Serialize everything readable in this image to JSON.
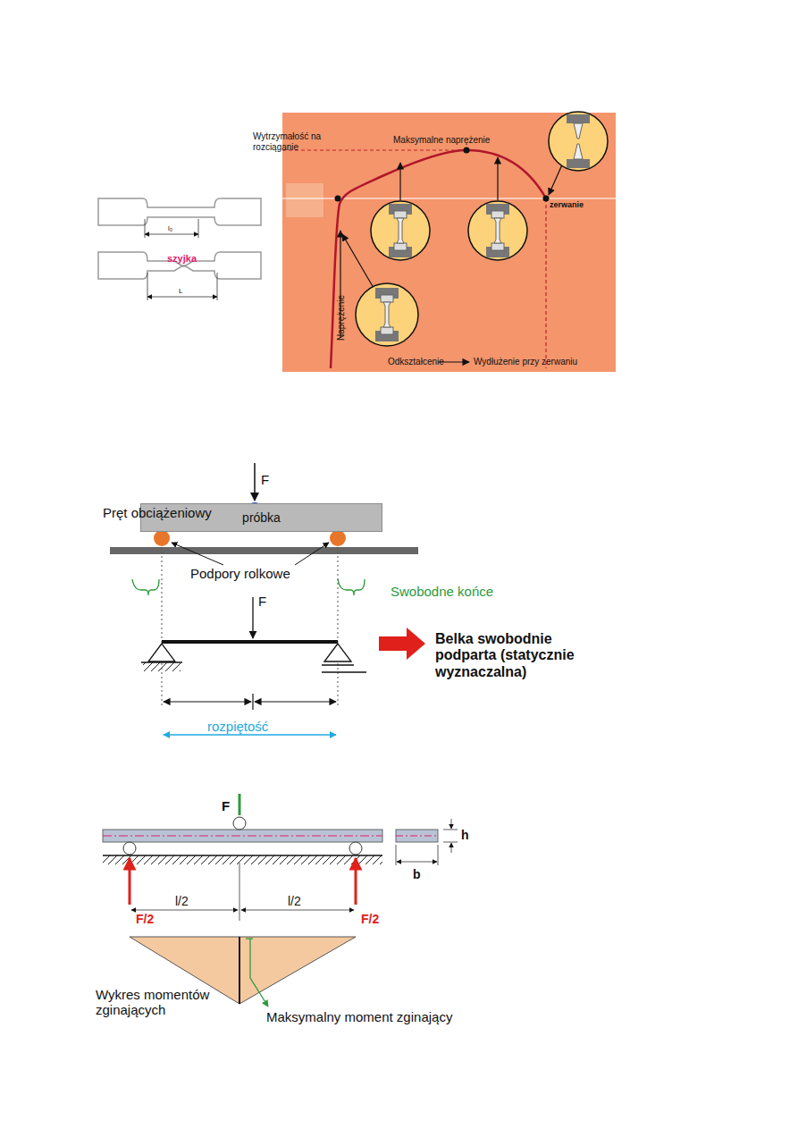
{
  "diagram": {
    "nodes": [
      {
        "text": [
          "Maksymalne naprężenie",
          "zerwanie",
          "Naprężenie",
          "Odkształcenie",
          "Wydłużenie przy zerwaniu"
        ]
      },
      {
        "text": [
          "próbka"
        ]
      }
    ],
    "labels": [
      "Wytrzymałość na rozciąganie",
      "szyjka",
      "l₀",
      "L",
      "Pręt obciążeniowy",
      "F",
      "Podpory rolkowe",
      "Swobodne końce",
      "F",
      "Belka swobodnie podparta (statycznie wyznaczalna)",
      "rozpiętość",
      "F",
      "h",
      "b",
      "F/2",
      "l/2",
      "l/2",
      "F/2",
      "Wykres momentów zginających",
      "Maksymalny moment zginający"
    ]
  }
}
